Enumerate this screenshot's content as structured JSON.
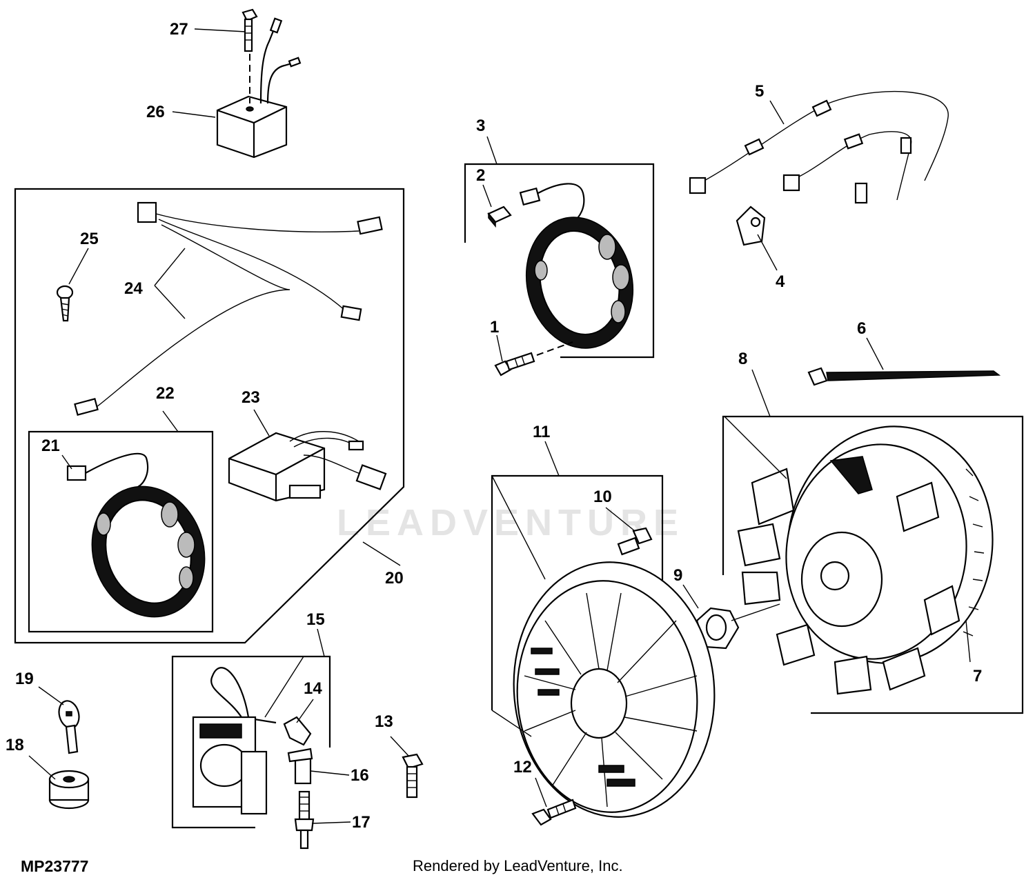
{
  "diagram": {
    "figure_code": "MP23777",
    "credit": "Rendered by LeadVenture, Inc.",
    "watermark": "LEADVENTURE",
    "callouts": [
      {
        "id": "1",
        "label": "1"
      },
      {
        "id": "2",
        "label": "2"
      },
      {
        "id": "3",
        "label": "3"
      },
      {
        "id": "4",
        "label": "4"
      },
      {
        "id": "5",
        "label": "5"
      },
      {
        "id": "6",
        "label": "6"
      },
      {
        "id": "7",
        "label": "7"
      },
      {
        "id": "8",
        "label": "8"
      },
      {
        "id": "9",
        "label": "9"
      },
      {
        "id": "10",
        "label": "10"
      },
      {
        "id": "11",
        "label": "11"
      },
      {
        "id": "12",
        "label": "12"
      },
      {
        "id": "13",
        "label": "13"
      },
      {
        "id": "14",
        "label": "14"
      },
      {
        "id": "15",
        "label": "15"
      },
      {
        "id": "16",
        "label": "16"
      },
      {
        "id": "17",
        "label": "17"
      },
      {
        "id": "18",
        "label": "18"
      },
      {
        "id": "19",
        "label": "19"
      },
      {
        "id": "20",
        "label": "20"
      },
      {
        "id": "21",
        "label": "21"
      },
      {
        "id": "22",
        "label": "22"
      },
      {
        "id": "23",
        "label": "23"
      },
      {
        "id": "24",
        "label": "24"
      },
      {
        "id": "25",
        "label": "25"
      },
      {
        "id": "26",
        "label": "26"
      },
      {
        "id": "27",
        "label": "27"
      }
    ]
  }
}
